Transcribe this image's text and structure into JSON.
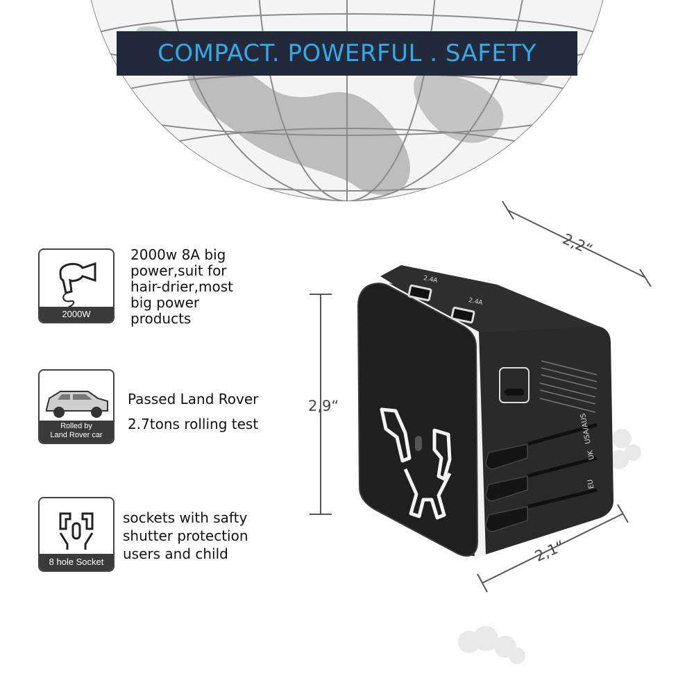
{
  "banner": {
    "text": "COMPACT. POWERFUL . SAFETY"
  },
  "features": [
    {
      "icon": "hair-dryer-icon",
      "caption_lines": [
        "2000W"
      ],
      "text_lines": [
        "2000w 8A big",
        "power,suit for",
        "hair-drier,most",
        "big power",
        "products"
      ]
    },
    {
      "icon": "suv-car-icon",
      "caption_lines": [
        "Rolled by",
        "Land Rover car"
      ],
      "text_lines": [
        "Passed Land Rover",
        "2.7tons rolling test"
      ]
    },
    {
      "icon": "socket-icon",
      "caption_lines": [
        "8 hole Socket"
      ],
      "text_lines": [
        "sockets with safty",
        "shutter protection",
        "users  and child"
      ]
    }
  ],
  "dimensions": {
    "height": "2,9“",
    "depth": "2,2“",
    "width": "2,1“"
  },
  "adapter": {
    "usb_labels": [
      "2.4A",
      "2.4A"
    ],
    "plug_labels": [
      "USA/AUS",
      "UK",
      "EU"
    ],
    "colors": {
      "body": "#2a2a2c",
      "trim": "#f2f2f2",
      "banner": "#22293a",
      "accent": "#35a8e8"
    }
  }
}
